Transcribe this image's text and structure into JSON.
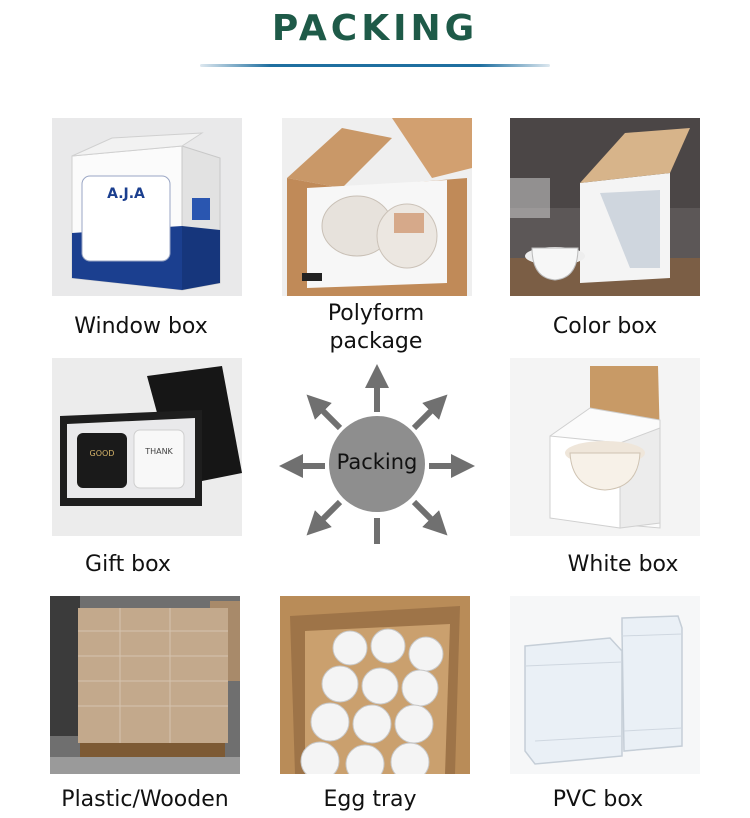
{
  "header": {
    "title": "PACKING"
  },
  "items": [
    {
      "label": "Window box",
      "image": "window-box-photo"
    },
    {
      "label": "Polyform package",
      "image": "polyform-package-photo"
    },
    {
      "label": "Color box",
      "image": "color-box-photo"
    },
    {
      "label": "Gift box",
      "image": "gift-box-photo"
    },
    {
      "label": "White box",
      "image": "white-box-photo"
    },
    {
      "label": "Plastic/Wooden",
      "image": "plastic-wooden-photo"
    },
    {
      "label": "Egg tray",
      "image": "egg-tray-photo"
    },
    {
      "label": "PVC box",
      "image": "pvc-box-photo"
    }
  ],
  "diagram": {
    "center_label": "Packing",
    "circle_color": "#8e8e8e",
    "arrow_color": "#707070",
    "arrow_icon": "arrow-icon"
  },
  "colors": {
    "title": "#1e5a48",
    "title_line": "#1f6fa0"
  }
}
